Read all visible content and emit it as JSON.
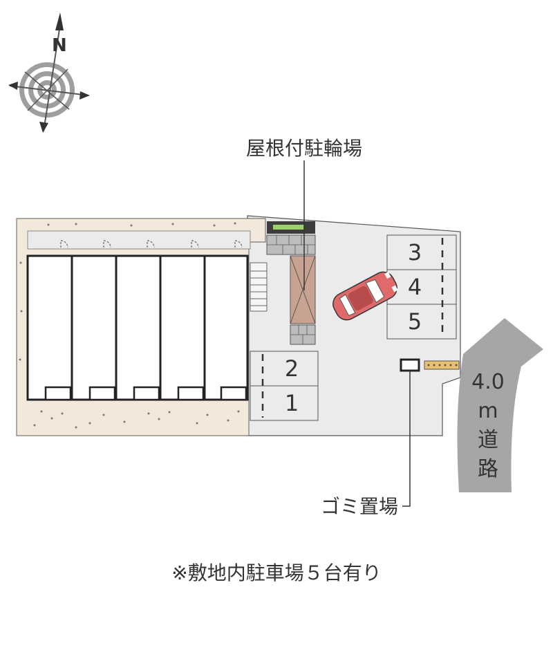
{
  "compass": {
    "north_label": "N"
  },
  "labels": {
    "bike_parking": "屋根付駐輪場",
    "garbage": "ゴミ置場",
    "road_width": "4.0",
    "road_unit": "m",
    "road_char1": "道",
    "road_char2": "路",
    "note": "※敷地内駐車場５台有り"
  },
  "parking_spaces": [
    "1",
    "2",
    "3",
    "4",
    "5"
  ],
  "colors": {
    "lot": "#ebebeb",
    "yard": "#f3e8dc",
    "building_outline": "#222222",
    "road": "#a6a6a6",
    "bike_shelter": "#c9a391",
    "car": "#e06a6a",
    "brick": "#bdbdbd"
  },
  "icons": [
    "compass-icon",
    "car-icon",
    "brick-wall-icon",
    "shrub-icon",
    "stair-icon",
    "door-icon"
  ]
}
